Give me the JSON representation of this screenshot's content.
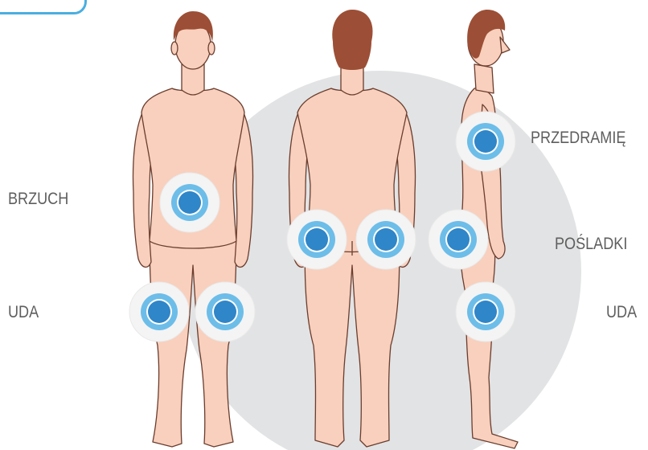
{
  "colors": {
    "label": "#5e5e5e",
    "skin": "#f8d0bd",
    "skin_stroke": "#6b3d2e",
    "hair": "#9c4f36",
    "backdrop": "#e2e3e4",
    "marker_halo": "#f6f6f6",
    "marker_ring": "#69bce8",
    "marker_core": "#2d7fc1",
    "accent": "#4aaee0"
  },
  "views": {
    "front": {
      "marker_icon": "injection-site-marker"
    },
    "back": {
      "marker_icon": "injection-site-marker"
    },
    "side": {
      "marker_icon": "injection-site-marker"
    }
  },
  "labels": {
    "brzuch": "BRZUCH",
    "uda_left": "UDA",
    "przedramie": "PRZEDRAMIĘ",
    "posladki": "POŚLADKI",
    "uda_right": "UDA"
  }
}
